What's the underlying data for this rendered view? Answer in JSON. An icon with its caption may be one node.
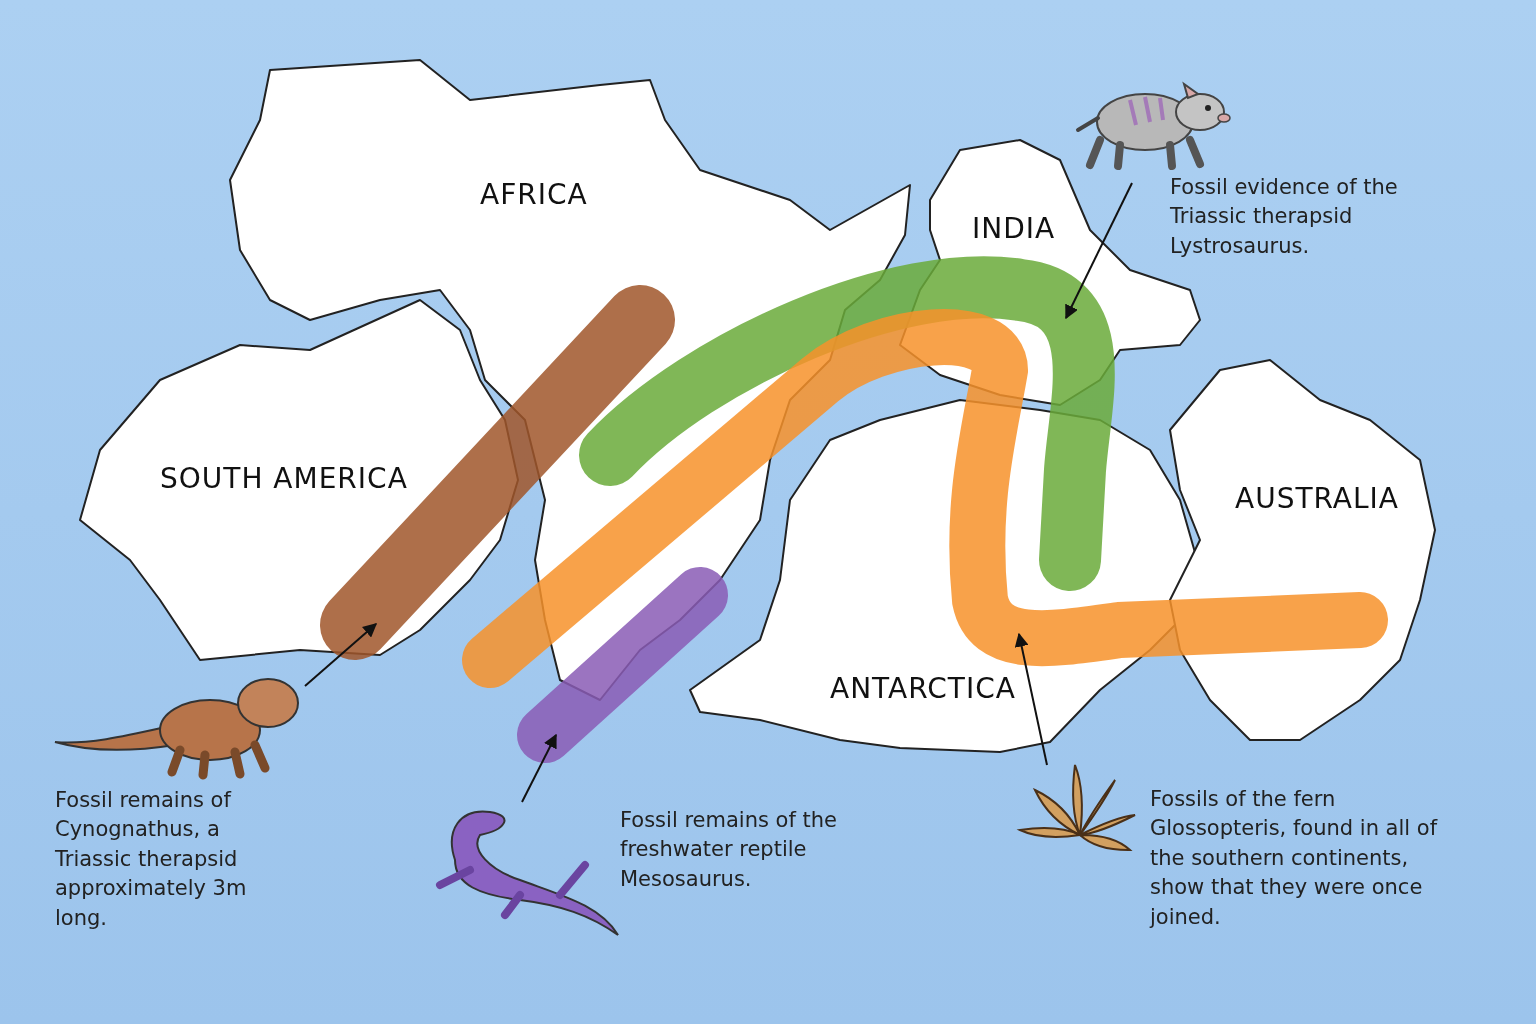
{
  "diagram": {
    "nodes": [
      {
        "text": [
          "AFRICA"
        ]
      },
      {
        "text": [
          "INDIA"
        ]
      },
      {
        "text": [
          "SOUTH AMERICA"
        ]
      },
      {
        "text": [
          "ANTARCTICA"
        ]
      },
      {
        "text": [
          "AUSTRALIA"
        ]
      },
      {
        "text": [],
        "shape": "bar"
      },
      {
        "text": [],
        "shape": "bar"
      },
      {
        "text": [],
        "shape": "bar"
      },
      {
        "text": [],
        "shape": "bar"
      },
      {
        "text": [],
        "shape": "picture",
        "beside": [
          "Fossil evidence of the Triassic therapsid Lystrosaurus."
        ]
      },
      {
        "text": [],
        "shape": "picture",
        "beside": [
          "Fossil remains of Cynognathus, a Triassic therapsid approximately 3m long."
        ]
      },
      {
        "text": [],
        "shape": "picture",
        "beside": [
          "Fossil remains of the freshwater reptile Mesosaurus."
        ]
      },
      {
        "text": [],
        "shape": "picture",
        "beside": [
          "Fossils of the fern Glossopteris, found in all of the southern continents, show that they were once joined."
        ]
      }
    ],
    "edges": [
      {
        "from": 10,
        "to": 5,
        "arrow": "to"
      },
      {
        "from": 11,
        "to": 8,
        "arrow": "to"
      },
      {
        "from": 9,
        "to": 6,
        "arrow": "to"
      },
      {
        "from": 12,
        "to": 7,
        "arrow": "to"
      }
    ]
  }
}
